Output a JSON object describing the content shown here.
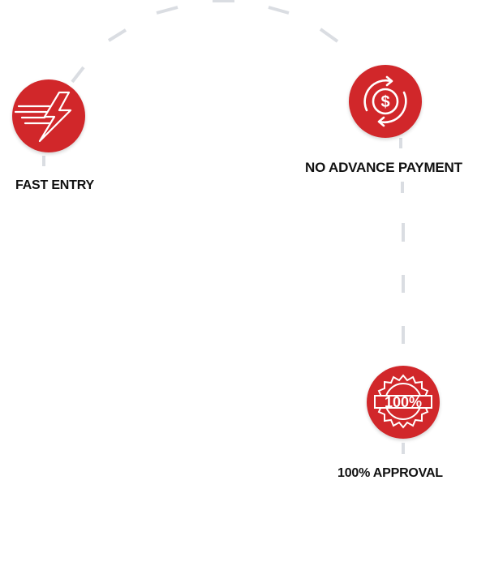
{
  "features": [
    {
      "label": "FAST ENTRY",
      "icon": "lightning-bolt-icon"
    },
    {
      "label": "NO ADVANCE PAYMENT",
      "icon": "dollar-cycle-icon"
    },
    {
      "label": "100% APPROVAL",
      "icon": "approval-seal-icon",
      "seal_text": "100%"
    }
  ],
  "colors": {
    "accent": "#d1272a",
    "connector": "#dadde2",
    "text": "#111111",
    "background": "#ffffff"
  }
}
